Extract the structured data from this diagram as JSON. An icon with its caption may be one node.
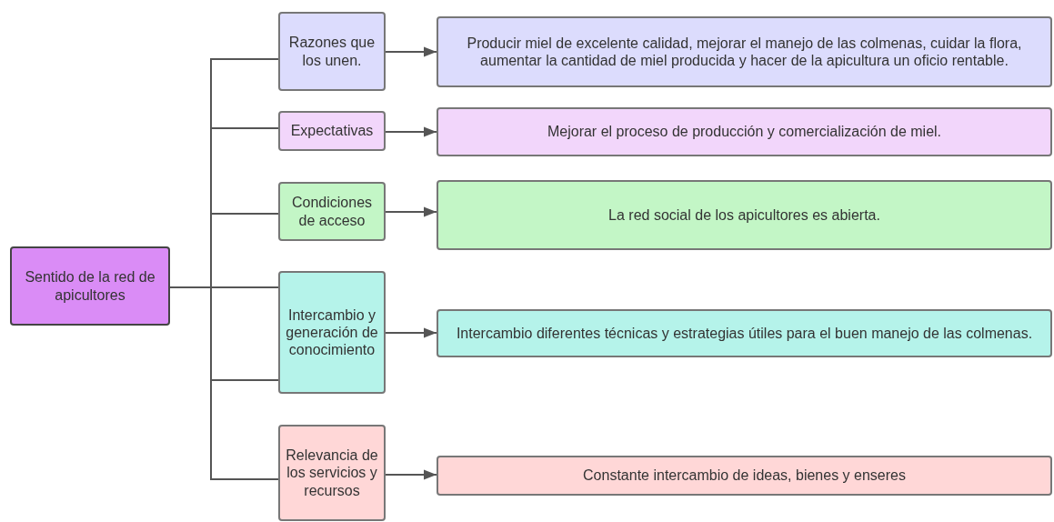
{
  "diagram": {
    "nodes": [
      {
        "text": [
          "Sentido de la red de apicultores"
        ]
      },
      {
        "text": [
          "Razones que los unen."
        ]
      },
      {
        "text": [
          "Expectativas"
        ]
      },
      {
        "text": [
          "Condiciones de acceso"
        ]
      },
      {
        "text": [
          "Intercambio y generación de conocimiento"
        ]
      },
      {
        "text": [
          "Relevancia de los servicios y recursos"
        ]
      },
      {
        "text": [
          "Producir miel de excelente calidad, mejorar el manejo de las colmenas, cuidar la flora, aumentar la cantidad de miel producida y hacer de la apicultura un oficio rentable."
        ]
      },
      {
        "text": [
          "Mejorar el proceso de producción y comercialización de miel."
        ]
      },
      {
        "text": [
          "La red social de los apicultores es abierta."
        ]
      },
      {
        "text": [
          "Intercambio diferentes técnicas y estrategias útiles para el buen manejo de las colmenas."
        ]
      },
      {
        "text": [
          "Constante intercambio de ideas, bienes y enseres"
        ]
      }
    ],
    "edges": [
      {
        "from": 0,
        "to": 1,
        "arrow": "none"
      },
      {
        "from": 0,
        "to": 2,
        "arrow": "none"
      },
      {
        "from": 0,
        "to": 3,
        "arrow": "none"
      },
      {
        "from": 0,
        "to": 4,
        "arrow": "none"
      },
      {
        "from": 0,
        "to": 4,
        "arrow": "none"
      },
      {
        "from": 0,
        "to": 5,
        "arrow": "none"
      },
      {
        "from": 1,
        "to": 6,
        "arrow": "to"
      },
      {
        "from": 2,
        "to": 7,
        "arrow": "to"
      },
      {
        "from": 3,
        "to": 8,
        "arrow": "to"
      },
      {
        "from": 4,
        "to": 9,
        "arrow": "to"
      },
      {
        "from": 5,
        "to": 10,
        "arrow": "to"
      }
    ]
  }
}
